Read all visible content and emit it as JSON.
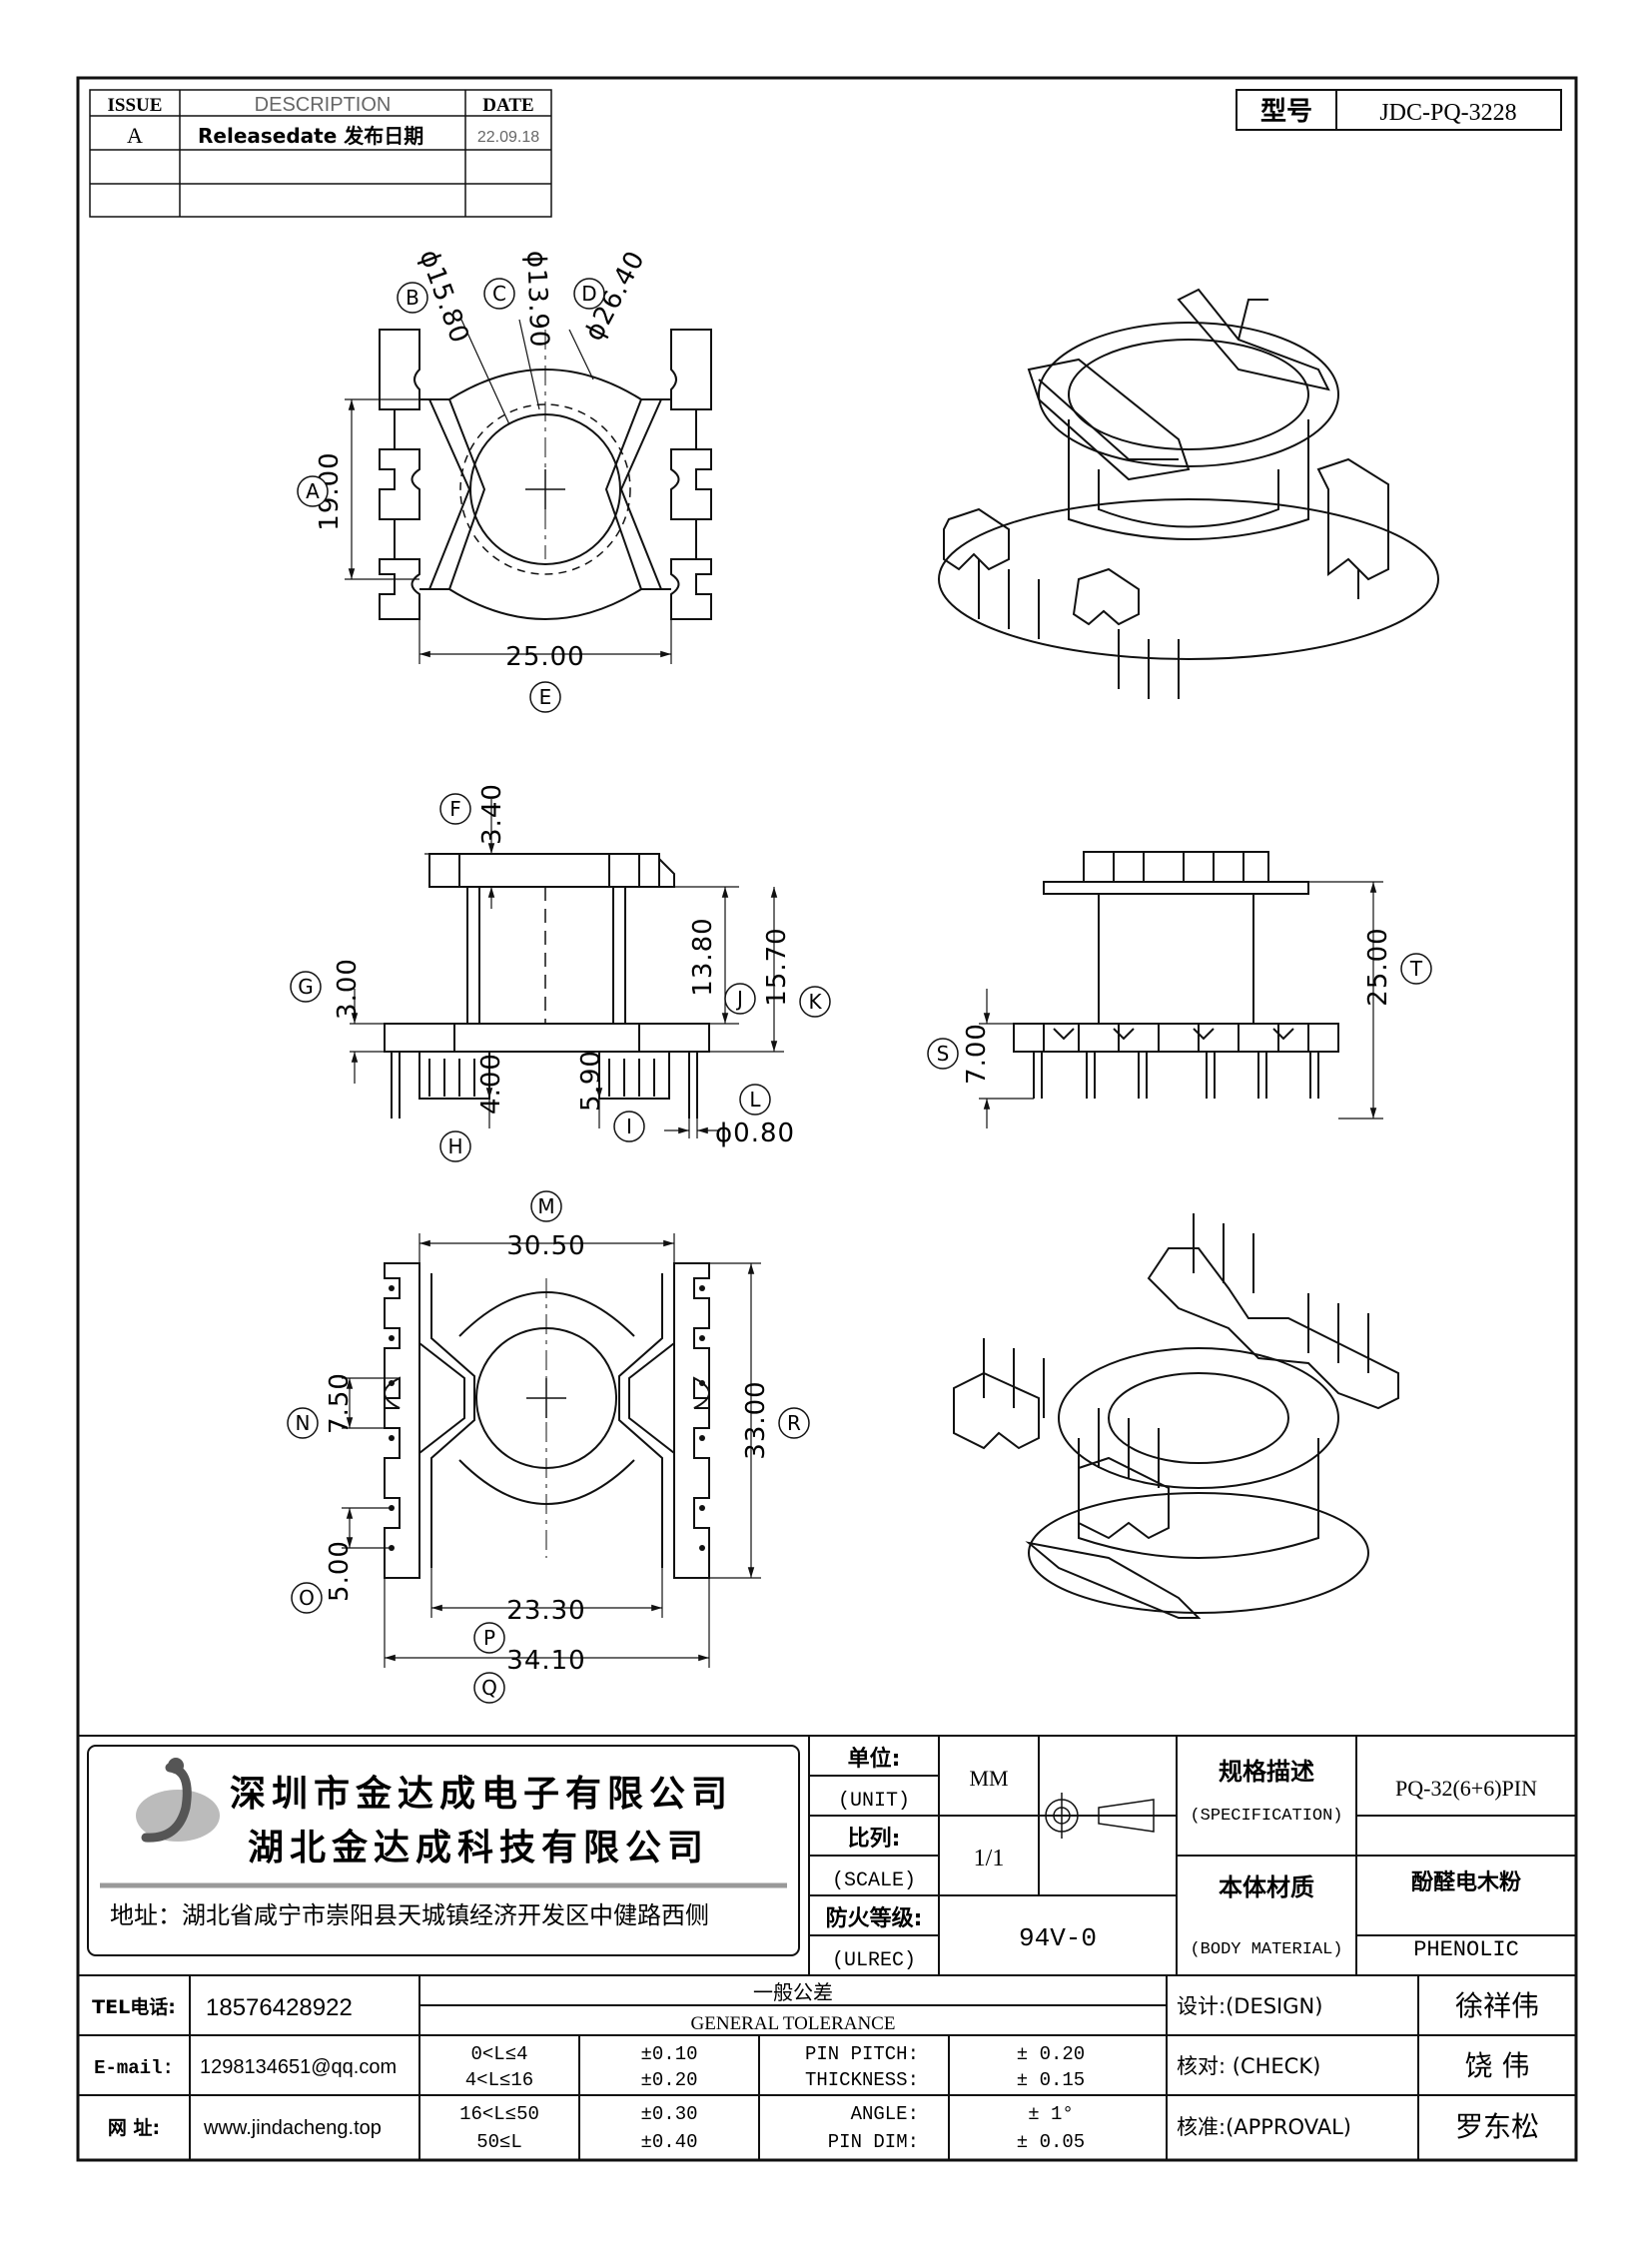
{
  "revision_table": {
    "headers": {
      "issue": "ISSUE",
      "description": "DESCRIPTION",
      "date": "DATE"
    },
    "rows": [
      {
        "issue": "A",
        "description": "Releasedate 发布日期",
        "date": "22.09.18"
      }
    ]
  },
  "model": {
    "label": "型号",
    "value": "JDC-PQ-3228"
  },
  "views": {
    "top": {
      "callouts": {
        "b": "B",
        "c": "C",
        "d": "D",
        "a": "A",
        "e": "E"
      },
      "dims": {
        "b": "ϕ15.80",
        "c": "ϕ13.90",
        "d": "ϕ26.40",
        "a": "19.00",
        "e": "25.00"
      }
    },
    "front": {
      "callouts": {
        "f": "F",
        "g": "G",
        "h": "H",
        "i": "I",
        "j": "J",
        "k": "K",
        "l": "L"
      },
      "dims": {
        "f": "3.40",
        "g": "3.00",
        "h": "4.00",
        "i": "5.90",
        "j": "13.80",
        "k": "15.70",
        "l": "ϕ0.80"
      }
    },
    "side": {
      "callouts": {
        "s": "S",
        "t": "T"
      },
      "dims": {
        "s": "7.00",
        "t": "25.00"
      }
    },
    "bottom": {
      "callouts": {
        "m": "M",
        "n": "N",
        "o": "O",
        "p": "P",
        "q": "Q",
        "r": "R"
      },
      "dims": {
        "m": "30.50",
        "n": "7.50",
        "o": "5.00",
        "p": "23.30",
        "q": "34.10",
        "r": "33.00"
      }
    }
  },
  "company": {
    "name1": "深圳市金达成电子有限公司",
    "name2": "湖北金达成科技有限公司",
    "address": "地址：湖北省咸宁市崇阳县天城镇经济开发区中健路西侧"
  },
  "title_block": {
    "unit_label": "单位:",
    "unit_label_en": "(UNIT)",
    "unit_value": "MM",
    "scale_label": "比列:",
    "scale_label_en": "(SCALE)",
    "scale_value": "1/1",
    "fire_label": "防火等级:",
    "fire_label_en": "(ULREC)",
    "fire_value": "94V-0",
    "spec_label": "规格描述",
    "spec_label_en": "(SPECIFICATION)",
    "spec_value": "PQ-32(6+6)PIN",
    "material_label": "本体材质",
    "material_label_en": "(BODY MATERIAL)",
    "material_value": "酚醛电木粉",
    "material_value_en": "PHENOLIC"
  },
  "contact": {
    "tel_label": "TEL电话:",
    "tel": "18576428922",
    "email_label": "E-mail:",
    "email": "1298134651@qq.com",
    "web_label": "网  址:",
    "web": "www.jindacheng.top"
  },
  "tolerance": {
    "title": "一般公差",
    "title_en": "GENERAL TOLERANCE",
    "ranges": [
      {
        "range": "0<L≤4",
        "tol": "±0.10"
      },
      {
        "range": "4<L≤16",
        "tol": "±0.20"
      },
      {
        "range": "16<L≤50",
        "tol": "±0.30"
      },
      {
        "range": "50≤L",
        "tol": "±0.40"
      }
    ],
    "items": [
      {
        "name": "PIN PITCH:",
        "tol": "± 0.20"
      },
      {
        "name": "THICKNESS:",
        "tol": "± 0.15"
      },
      {
        "name": "ANGLE:",
        "tol": "± 1°"
      },
      {
        "name": "PIN DIM:",
        "tol": "± 0.05"
      }
    ]
  },
  "approvals": [
    {
      "label": "设计:(DESIGN)",
      "name": "徐祥伟"
    },
    {
      "label": "核对: (CHECK)",
      "name": "饶  伟"
    },
    {
      "label": "核准:(APPROVAL)",
      "name": "罗东松"
    }
  ]
}
